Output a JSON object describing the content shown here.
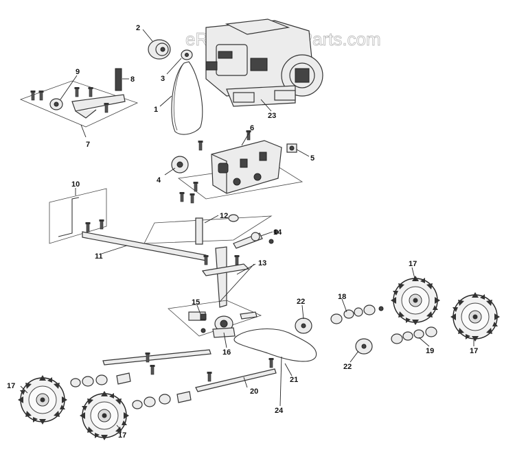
{
  "watermark": "eReplacementParts.com",
  "callouts": {
    "c1": "1",
    "c2": "2",
    "c3": "3",
    "c4": "4",
    "c5": "5",
    "c6": "6",
    "c7": "7",
    "c8": "8",
    "c9": "9",
    "c10": "10",
    "c11": "11",
    "c12": "12",
    "c13": "13",
    "c14": "14",
    "c15": "15",
    "c16": "16",
    "c17a": "17",
    "c17b": "17",
    "c17c": "17",
    "c17d": "17",
    "c18": "18",
    "c19": "19",
    "c20": "20",
    "c21": "21",
    "c22a": "22",
    "c22b": "22",
    "c23": "23",
    "c24": "24"
  }
}
